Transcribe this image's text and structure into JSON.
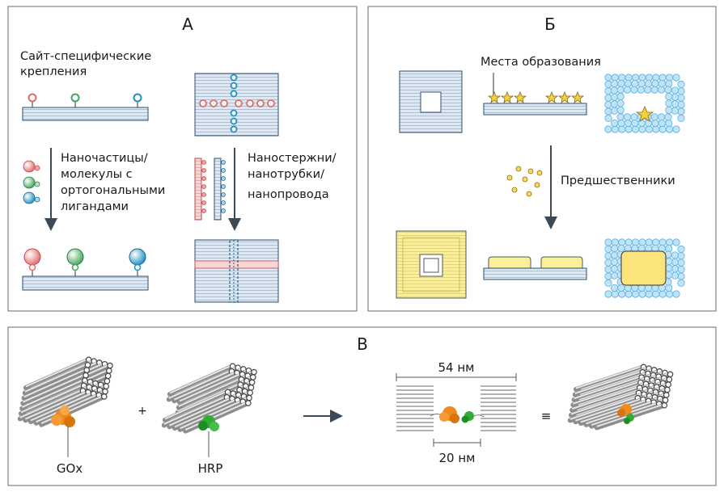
{
  "panels": {
    "a": {
      "letter": "А",
      "site_label_1": "Сайт-специфические",
      "site_label_2": "крепления",
      "np_label_1": "Наночастицы/",
      "np_label_2": "молекулы с",
      "np_label_3": "ортогональными",
      "np_label_4": "лигандами",
      "nr_label_1": "Наностержни/",
      "nr_label_2": "нанотрубки/",
      "nr_label_3": "нанопровода"
    },
    "b": {
      "letter": "Б",
      "nucleation_label": "Места образования",
      "precursor_label": "Предшественники"
    },
    "c": {
      "letter": "В",
      "plus": "+",
      "equals": "≡",
      "gox_label": "GOx",
      "hrp_label": "HRP",
      "length_label": "54 нм",
      "gap_label": "20 нм"
    }
  },
  "colors": {
    "origami_fill": "#dce8f4",
    "origami_stripe": "#9fc3e2",
    "origami_border": "#2b4e70",
    "red": "#e06a6a",
    "green": "#3fa55a",
    "blue": "#1f8fc0",
    "gold_star": "#f3d23a",
    "yellow_fill": "#fbef9a",
    "bead": "#bfe3f7",
    "bead_stroke": "#5aaee0",
    "gox": "#ef8a1c",
    "hrp": "#2fae35"
  }
}
